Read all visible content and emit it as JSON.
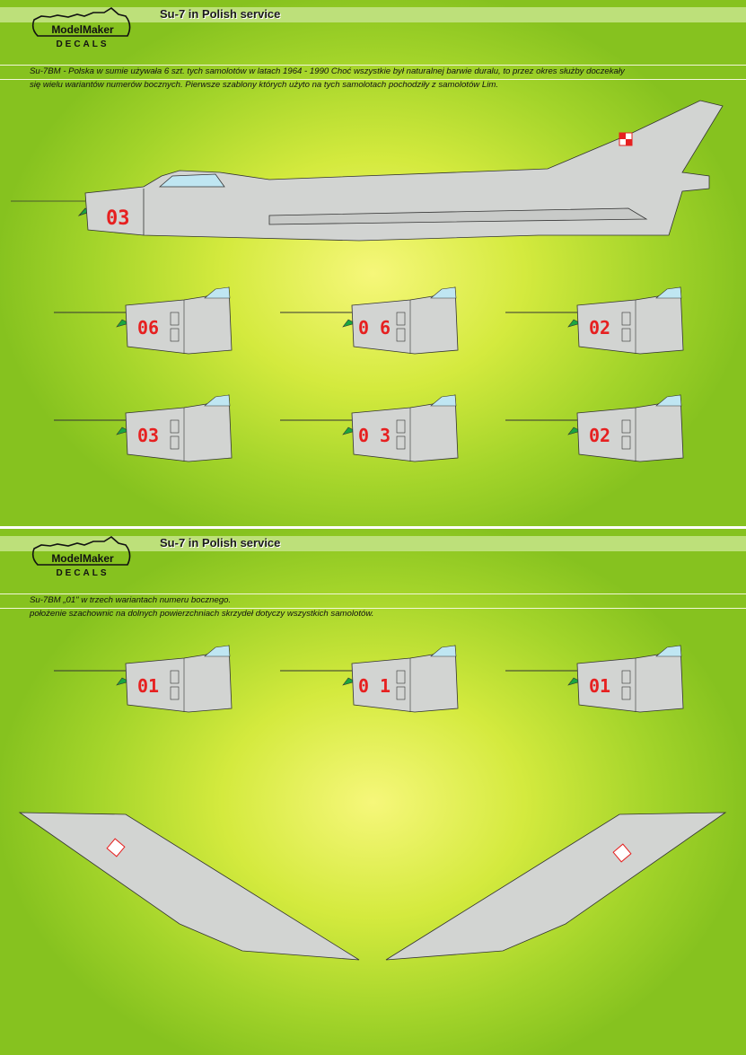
{
  "panels": [
    {
      "title": "Su-7 in Polish service",
      "logo": {
        "line1": "ModelMaker",
        "line2": "DECALS"
      },
      "description": [
        "Su-7BM - Polska w sumie używała 6 szt. tych samolotów w latach 1964 - 1990 Choć wszystkie był naturalnej barwie duralu, to przez okres służby doczekały",
        "się wielu wariantów numerów bocznych. Pierwsze szablony których użyto na tych samolotach pochodziły z samolotów Lim."
      ],
      "profile_number": "03",
      "noses": [
        "06",
        "0 6",
        "02",
        "03",
        "0 3",
        "02"
      ]
    },
    {
      "title": "Su-7 in Polish service",
      "logo": {
        "line1": "ModelMaker",
        "line2": "DECALS"
      },
      "description": [
        "Su-7BM „01\" w trzech wariantach numeru bocznego.",
        "położenie szachownic na dolnych powierzchniach skrzydeł dotyczy wszystkich samolotów."
      ],
      "noses": [
        "01",
        "0 1",
        "01"
      ]
    }
  ],
  "colors": {
    "metal": "#d2d4d2",
    "outline": "#333333",
    "number_red": "#e62020",
    "nose_cone": "#1aa640",
    "canopy": "#bfe6f2"
  }
}
